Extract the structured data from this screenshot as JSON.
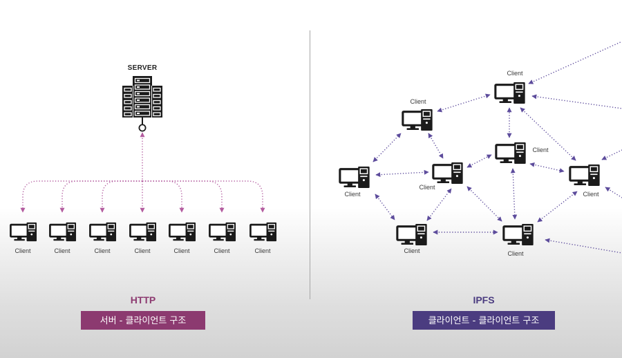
{
  "http": {
    "server_label": "SERVER",
    "clients": [
      "Client",
      "Client",
      "Client",
      "Client",
      "Client",
      "Client",
      "Client"
    ],
    "title": "HTTP",
    "caption": "서버 - 클라이언트 구조"
  },
  "ipfs": {
    "clients": [
      "Client",
      "Client",
      "Client",
      "Client",
      "Client",
      "Client",
      "Client",
      "Client"
    ],
    "title": "IPFS",
    "caption": "클라이언트 - 클라이언트 구조"
  },
  "colors": {
    "http_accent": "#8c3a70",
    "http_arrow": "#b35c9f",
    "ipfs_accent": "#4b3c80",
    "ipfs_arrow": "#5d4c9c",
    "icon": "#1b1b1b",
    "divider": "#a6a6a6"
  },
  "icons": {
    "server": "server-rack-icon",
    "client": "desktop-computer-icon"
  }
}
